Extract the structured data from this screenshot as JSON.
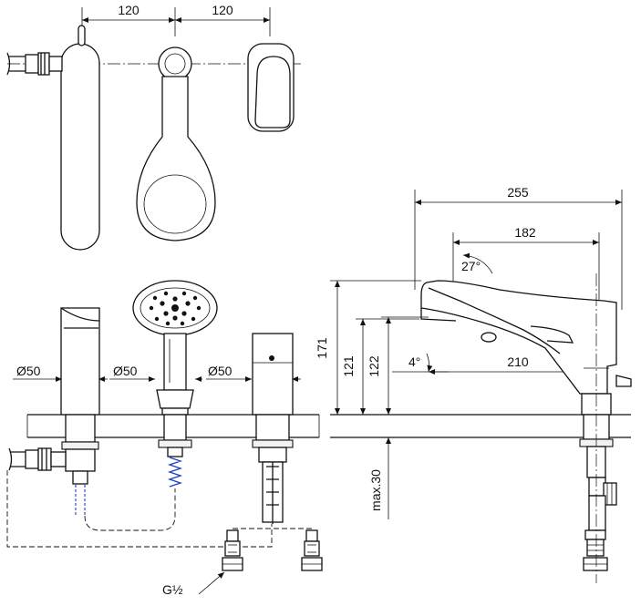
{
  "dimensions": {
    "spacing_1": "120",
    "spacing_2": "120",
    "overall_length": "255",
    "spout_length": "182",
    "reach": "210",
    "height_total": "171",
    "height_outlet_1": "121",
    "height_outlet_2": "122",
    "max_deck": "max.30",
    "diameter_1": "Ø50",
    "diameter_2": "Ø50",
    "diameter_3": "Ø50",
    "thread": "G½"
  },
  "angles": {
    "upper": "27°",
    "lower": "4°"
  },
  "colors": {
    "line": "#111111",
    "hose": "#1f3fc8"
  }
}
